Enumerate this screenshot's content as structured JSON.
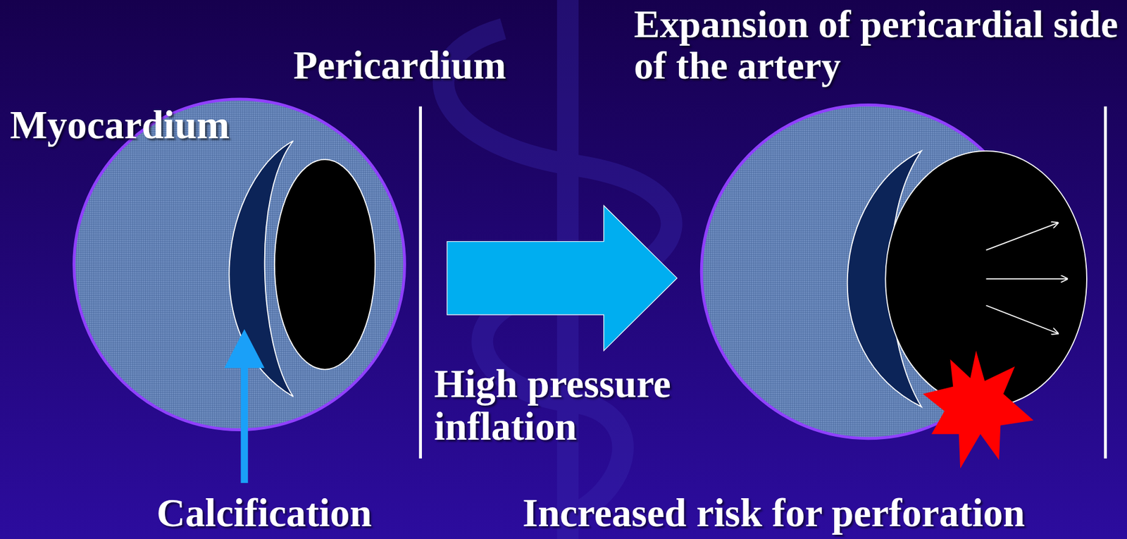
{
  "diagram": {
    "labels": [
      "Pericardium",
      "Myocardium",
      "Expansion of pericardial side of the artery",
      "High pressure inflation",
      "Calcification",
      "Increased risk for perforation"
    ]
  }
}
